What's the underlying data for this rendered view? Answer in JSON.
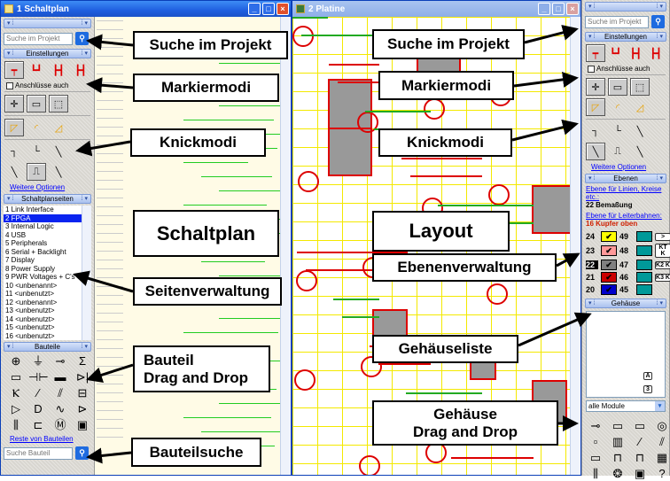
{
  "schematic_window": {
    "title": "1 Schaltplan"
  },
  "pcb_window": {
    "title": "2 Platine"
  },
  "left_panel": {
    "search_placeholder": "Suche im Projekt",
    "settings_header": "Einstellungen",
    "connections_label": "Anschlüsse auch",
    "more_options": "Weitere Optionen",
    "pages_header": "Schaltplanseiten",
    "pages": [
      "1 Link Interface",
      "2 FPGA",
      "3 Internal Logic",
      "4 USB",
      "5 Peripherals",
      "6 Serial + Backlight",
      "7 Display",
      "8 Power Supply",
      "9 PWR Voltages + C's",
      "10 <unbenannt>",
      "11 <unbenutzt>",
      "12 <unbenannt>",
      "13 <unbenutzt>",
      "14 <unbenutzt>",
      "15 <unbenutzt>",
      "16 <unbenutzt>"
    ],
    "selected_page": 1,
    "parts_header": "Bauteile",
    "parts_icons": [
      "lamp",
      "ground",
      "connector",
      "transformer",
      "resistor",
      "capacitor",
      "fuse",
      "diode",
      "transistor",
      "switch",
      "relay",
      "cell",
      "buffer",
      "and-gate",
      "clock",
      "led",
      "crystal",
      "ic-socket",
      "motor",
      "display"
    ],
    "rest_link": "Reste von Bauteilen",
    "part_search_placeholder": "Suche Bauteil"
  },
  "right_panel": {
    "search_placeholder": "Suche im Projekt",
    "settings_header": "Einstellungen",
    "connections_label": "Anschlüsse auch",
    "more_options": "Weitere Optionen",
    "layers_header": "Ebenen",
    "line_layer_link": "Ebene für Linien, Kreise etc.:",
    "line_layer_value": "22 Bemaßung",
    "track_layer_link": "Ebene für Leiterbahnen:",
    "track_layer_value": "16 Kupfer oben",
    "layers_left": [
      {
        "num": "24",
        "color": "#ffff00"
      },
      {
        "num": "23",
        "color": "#ff9999"
      },
      {
        "num": "22",
        "color": "#808080"
      },
      {
        "num": "21",
        "color": "#cc0000"
      },
      {
        "num": "20",
        "color": "#0000cc"
      }
    ],
    "layers_right": [
      {
        "num": "49",
        "color": "#009999"
      },
      {
        "num": "48",
        "color": "#009999"
      },
      {
        "num": "47",
        "color": "#009999"
      },
      {
        "num": "46",
        "color": "#009999"
      },
      {
        "num": "45",
        "color": "#009999"
      }
    ],
    "layer_buttons": [
      ">",
      "KT K",
      "K2 K",
      "K3 K"
    ],
    "packages_header": "Gehäuse",
    "package_badges": [
      "A",
      "3"
    ],
    "module_select": "alle Module",
    "package_icons": [
      "connector",
      "smd-rect",
      "resistor-smd",
      "round-pad",
      "smd-small",
      "to220",
      "switch",
      "relay",
      "resistor",
      "dip",
      "soic",
      "qfp",
      "crystal",
      "round-socket",
      "display",
      "help"
    ]
  },
  "callouts": {
    "search_left": "Suche im Projekt",
    "search_right": "Suche im Projekt",
    "mark_left": "Markiermodi",
    "mark_right": "Markiermodi",
    "bend_left": "Knickmodi",
    "bend_right": "Knickmodi",
    "schematic": "Schaltplan",
    "layout": "Layout",
    "pages": "Seitenverwaltung",
    "layers": "Ebenenverwaltung",
    "part_dnd_1": "Bauteil",
    "part_dnd_2": "Drag and Drop",
    "package_list": "Gehäuseliste",
    "package_dnd_1": "Gehäuse",
    "package_dnd_2": "Drag and Drop",
    "part_search": "Bauteilsuche"
  },
  "window_buttons": {
    "minimize": "_",
    "maximize": "□",
    "close": "×"
  }
}
